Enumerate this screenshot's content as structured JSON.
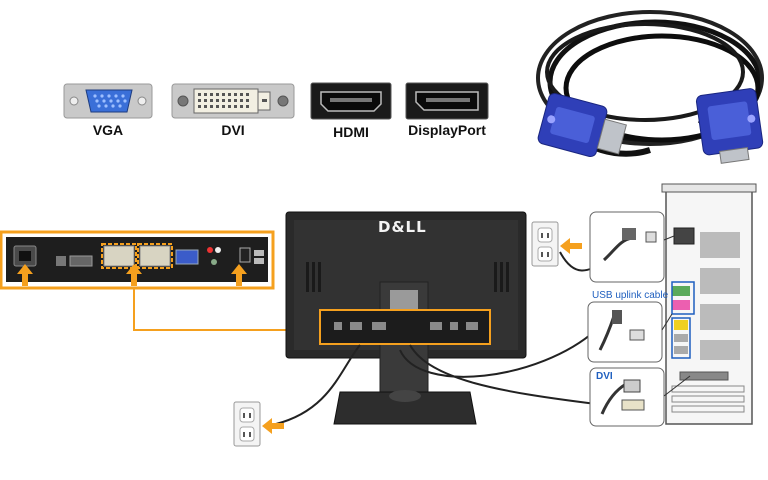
{
  "connectors": [
    {
      "label": "VGA"
    },
    {
      "label": "DVI"
    },
    {
      "label": "HDMI"
    },
    {
      "label": "DisplayPort"
    }
  ],
  "monitor": {
    "brand": "D&LL"
  },
  "pc": {
    "usb_caption": "USB uplink cable",
    "dvi_caption": "DVI"
  },
  "colors": {
    "accent_orange": "#f5a01e",
    "vga_blue": "#2f3fb8",
    "monitor_dark": "#2a2a2a",
    "caption_blue": "#1f5fbf"
  }
}
